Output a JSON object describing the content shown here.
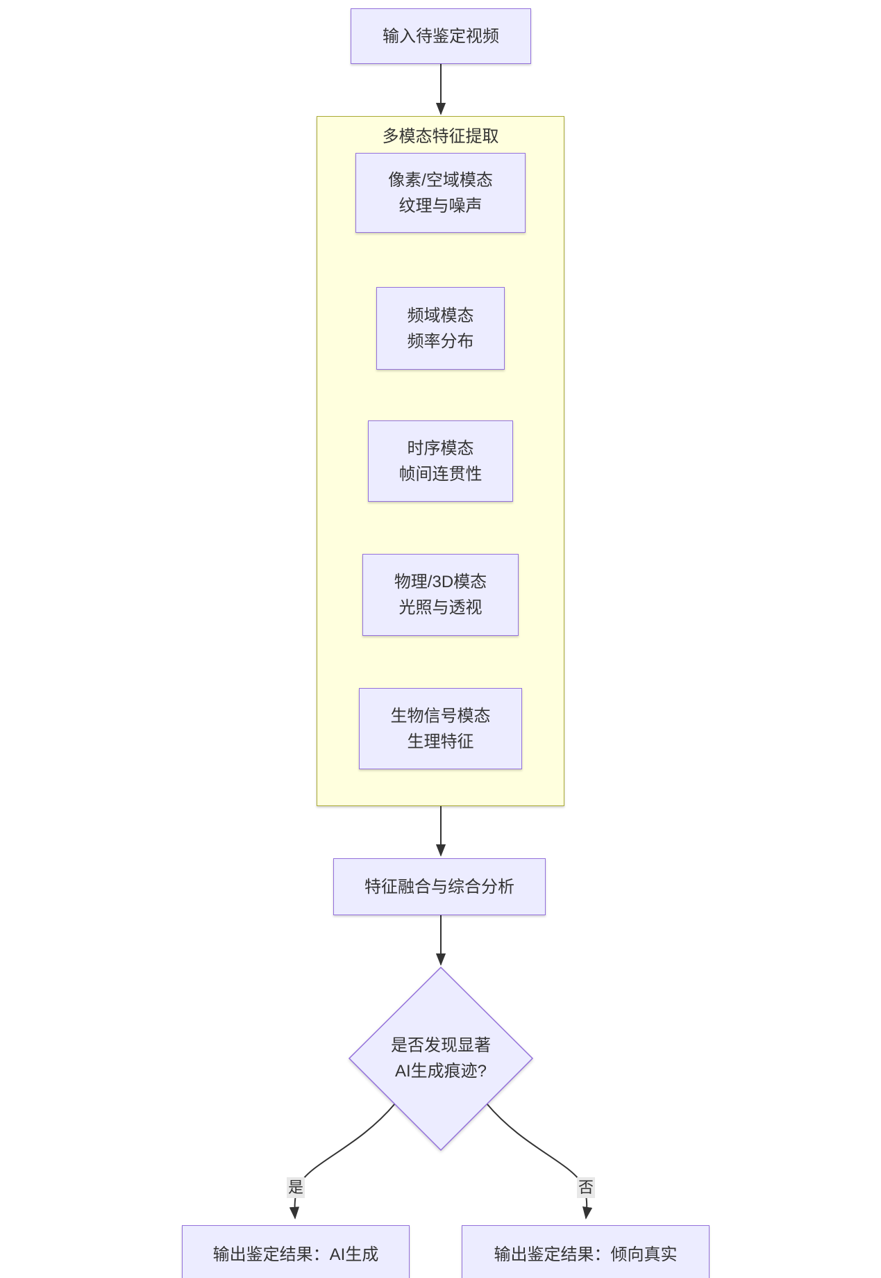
{
  "diagram": {
    "colors": {
      "node_fill": "#ECECFF",
      "node_border": "#9370DB",
      "cluster_fill": "#FFFFDE",
      "cluster_border": "#AAAA33",
      "edge": "#333333",
      "text": "#333333",
      "edge_label_bg": "#E8E8E8",
      "canvas_bg": "#FFFFFF"
    },
    "input_node": {
      "label": "输入待鉴定视频"
    },
    "cluster": {
      "title": "多模态特征提取",
      "nodes": [
        {
          "line1": "像素/空域模态",
          "line2": "纹理与噪声"
        },
        {
          "line1": "频域模态",
          "line2": "频率分布"
        },
        {
          "line1": "时序模态",
          "line2": "帧间连贯性"
        },
        {
          "line1": "物理/3D模态",
          "line2": "光照与透视"
        },
        {
          "line1": "生物信号模态",
          "line2": "生理特征"
        }
      ]
    },
    "fusion_node": {
      "label": "特征融合与综合分析"
    },
    "decision_node": {
      "line1": "是否发现显著",
      "line2": "AI生成痕迹?"
    },
    "branches": {
      "yes_label": "是",
      "no_label": "否"
    },
    "result_nodes": {
      "ai_generated": {
        "label": "输出鉴定结果：AI生成"
      },
      "likely_real": {
        "label": "输出鉴定结果：倾向真实"
      }
    }
  }
}
